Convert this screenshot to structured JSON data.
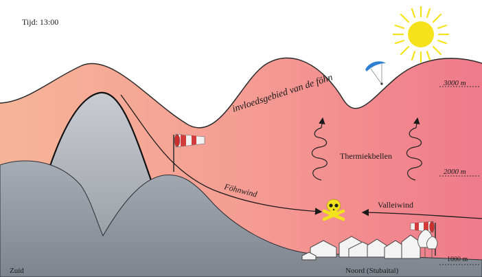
{
  "time_label": "Tijd: 13:00",
  "labels": {
    "influence_zone": "invloedsgebied van de föhn",
    "thermals": "Thermiekbellen",
    "foehn_wind": "Föhnwind",
    "valley_wind": "Valleiwind",
    "south": "Zuid",
    "north": "Noord (Stubaital)"
  },
  "altitudes": [
    "3000 m",
    "2000 m",
    "1000 m"
  ],
  "icons": {
    "sun": "sun-icon",
    "paraglider": "paraglider-icon",
    "windsock": "windsock-icon",
    "danger": "skull-crossbones-icon",
    "village": "village-icon",
    "trees": "tree-icon"
  },
  "colors": {
    "foehn_left": "#f6b598",
    "foehn_mid": "#f59d94",
    "foehn_right": "#ef7a8a",
    "mountain_back": "#a9acb3",
    "mountain_front": "#8e949d",
    "sun": "#f6e21a",
    "danger": "#f2e21c",
    "paraglider": "#2f7fd1"
  }
}
